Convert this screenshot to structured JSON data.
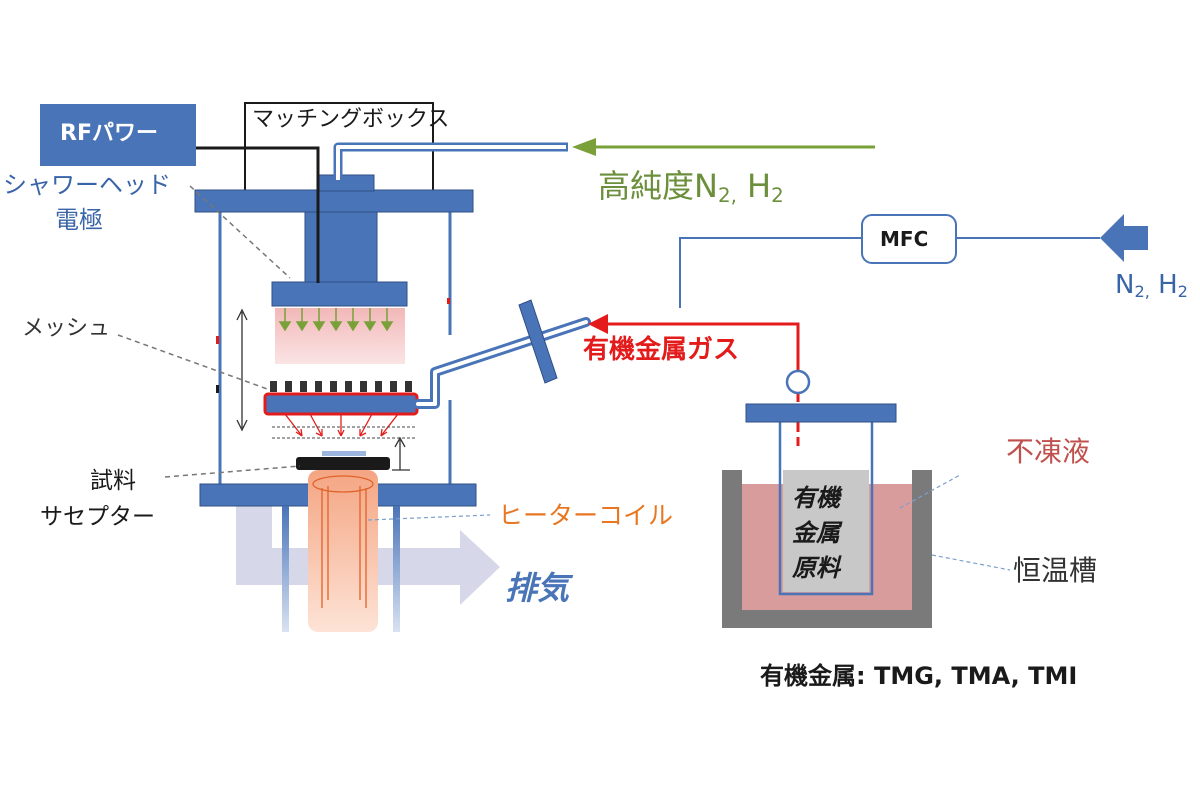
{
  "labels": {
    "rf_power": "RFパワー",
    "matching_box": "マッチングボックス",
    "showerhead_line1": "シャワーヘッド",
    "showerhead_line2": "電極",
    "mesh": "メッシュ",
    "sample_line1": "試料",
    "sample_line2": "サセプター",
    "heater_coil": "ヒーターコイル",
    "exhaust": "排気",
    "high_purity_gas_prefix": "高純度N",
    "high_purity_gas_sub1": "2,",
    "high_purity_gas_mid": " H",
    "high_purity_gas_sub2": "2",
    "mfc": "MFC",
    "carrier_n": "N",
    "carrier_sub1": "2,",
    "carrier_h": " H",
    "carrier_sub2": "2",
    "organometal_gas": "有機金属ガス",
    "antifreeze": "不凍液",
    "thermostat_bath": "恒温槽",
    "source_line1": "有機",
    "source_line2": "金属",
    "source_line3": "原料",
    "footnote": "有機金属: TMG, TMA, TMI"
  },
  "colors": {
    "apparatus_blue": "#4a74b8",
    "label_blue": "#3a64a8",
    "gas_green": "#6b8f3a",
    "organometal_red": "#e31b1b",
    "heater_orange": "#e87722",
    "antifreeze_red": "#c0504d",
    "liquid_pink": "#d99c9c",
    "bath_gray": "#7a7a7a",
    "source_gray": "#c8c8c8",
    "exhaust_lavender": "#c9c9e3"
  }
}
